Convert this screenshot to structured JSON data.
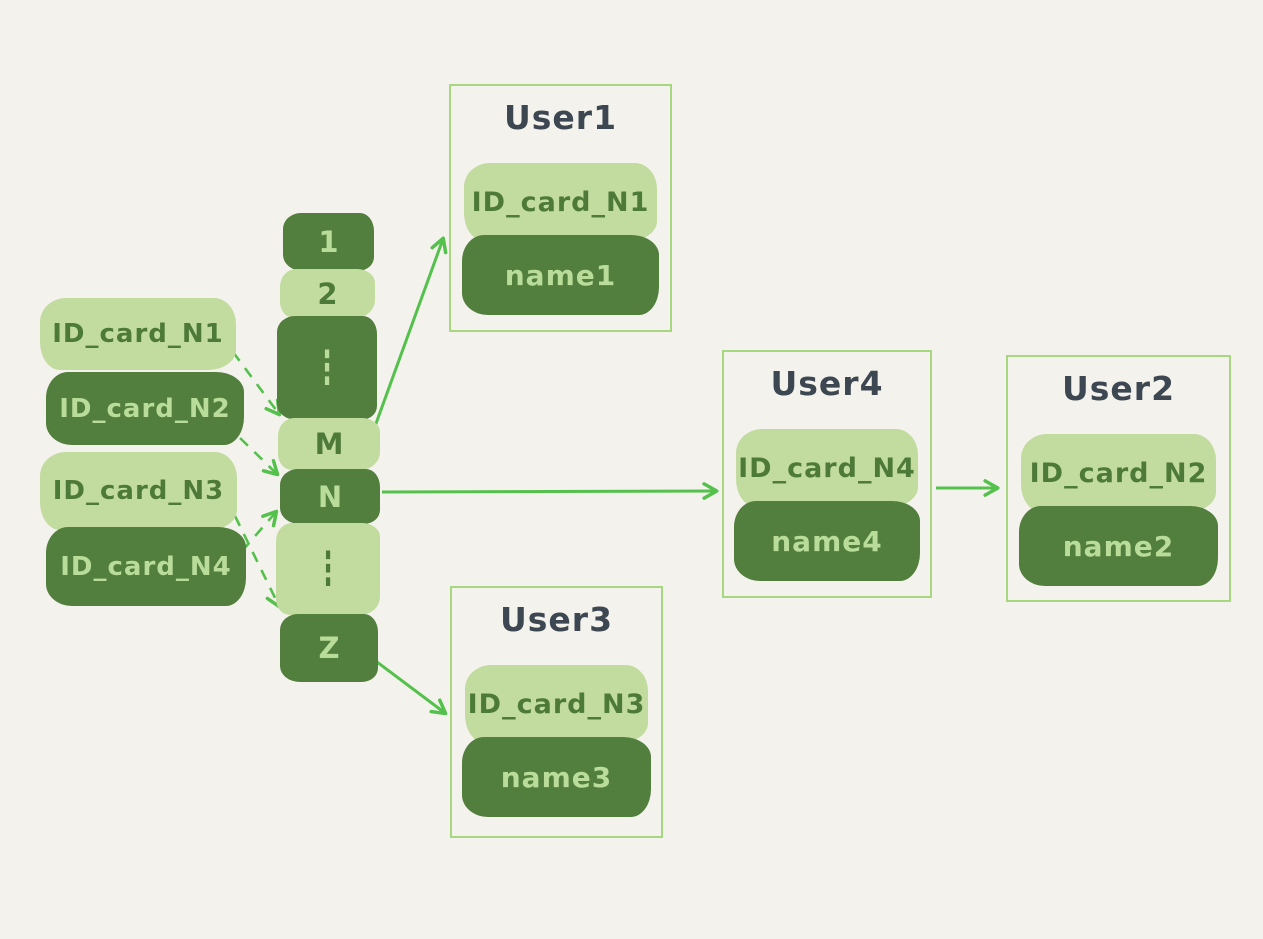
{
  "diagram": {
    "title": "hash-table-id-card-lookup",
    "colors": {
      "background": "#f4f2ec",
      "light_green": "#c2dc9f",
      "dark_green": "#527f3d",
      "text_on_light": "#4d7a38",
      "text_on_dark": "#b9dc9a",
      "box_border": "#a7d77e",
      "arrow_green": "#55c14d",
      "title_text": "#3d4751"
    },
    "id_cards": [
      {
        "label": "ID_card_N1",
        "variant": "light"
      },
      {
        "label": "ID_card_N2",
        "variant": "dark"
      },
      {
        "label": "ID_card_N3",
        "variant": "light"
      },
      {
        "label": "ID_card_N4",
        "variant": "dark"
      }
    ],
    "hash_buckets": [
      {
        "label": "1",
        "variant": "dark"
      },
      {
        "label": "2",
        "variant": "light"
      },
      {
        "label": "⋮",
        "variant": "dark"
      },
      {
        "label": "M",
        "variant": "light"
      },
      {
        "label": "N",
        "variant": "dark"
      },
      {
        "label": "⋮",
        "variant": "light"
      },
      {
        "label": "Z",
        "variant": "dark"
      }
    ],
    "users": [
      {
        "title": "User1",
        "id_card": "ID_card_N1",
        "name": "name1"
      },
      {
        "title": "User4",
        "id_card": "ID_card_N4",
        "name": "name4"
      },
      {
        "title": "User2",
        "id_card": "ID_card_N2",
        "name": "name2"
      },
      {
        "title": "User3",
        "id_card": "ID_card_N3",
        "name": "name3"
      }
    ],
    "edges": [
      {
        "from": "ID_card_N1",
        "to": "bucket-M",
        "style": "dashed"
      },
      {
        "from": "ID_card_N2",
        "to": "bucket-N",
        "style": "dashed"
      },
      {
        "from": "ID_card_N3",
        "to": "bucket-Z",
        "style": "dashed"
      },
      {
        "from": "ID_card_N4",
        "to": "bucket-N",
        "style": "dashed"
      },
      {
        "from": "bucket-M",
        "to": "User1",
        "style": "solid"
      },
      {
        "from": "bucket-N",
        "to": "User4",
        "style": "solid"
      },
      {
        "from": "bucket-Z",
        "to": "User3",
        "style": "solid"
      },
      {
        "from": "User4",
        "to": "User2",
        "style": "solid"
      }
    ]
  }
}
